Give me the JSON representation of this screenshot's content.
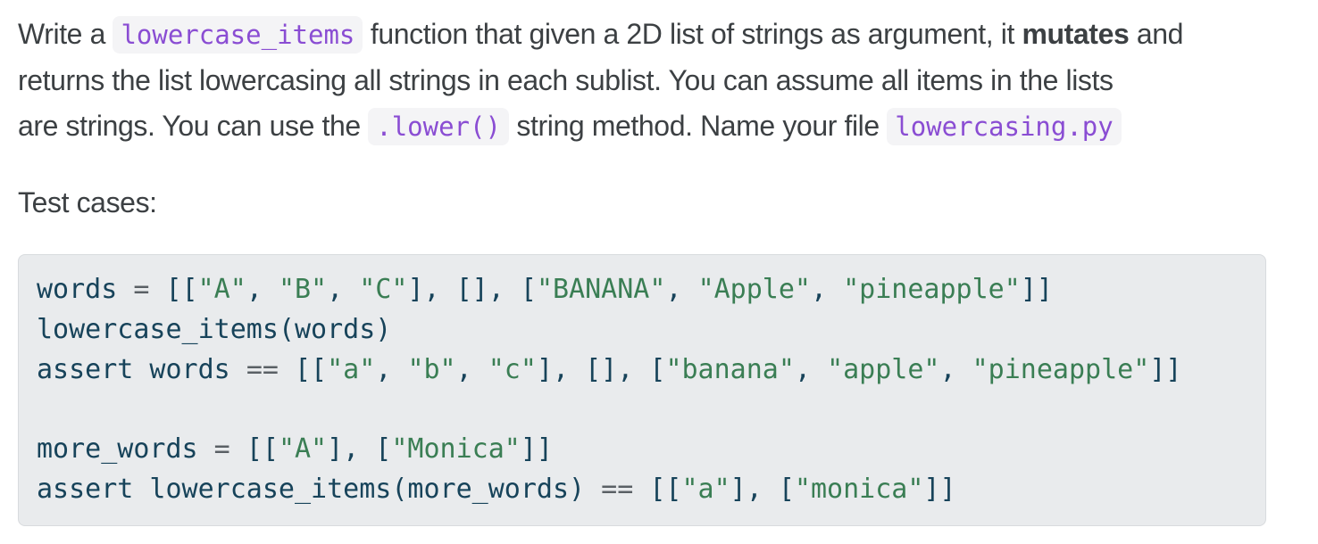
{
  "colors": {
    "page_background": "#ffffff",
    "body_text": "#3c4043",
    "inline_code_text": "#8a4dd3",
    "inline_code_background": "#f4f4f6",
    "code_block_background": "#e9ebed",
    "code_block_border": "#d8dbde",
    "code_plain": "#17435a",
    "code_operator": "#5a6065",
    "code_string": "#3a7e54"
  },
  "intro": {
    "lines": [
      [
        {
          "t": "text",
          "s": "Write a "
        },
        {
          "t": "code",
          "s": "lowercase_items"
        },
        {
          "t": "text",
          "s": " function that given a 2D list of strings as argument, it "
        },
        {
          "t": "bold",
          "s": "mutates"
        },
        {
          "t": "text",
          "s": " and"
        }
      ],
      [
        {
          "t": "text",
          "s": "returns the list lowercasing all strings in each sublist. You can assume all items in the lists"
        }
      ],
      [
        {
          "t": "text",
          "s": "are strings. You can use the "
        },
        {
          "t": "code",
          "s": ".lower()"
        },
        {
          "t": "text",
          "s": " string method. Name your file "
        },
        {
          "t": "code",
          "s": "lowercasing.py"
        }
      ]
    ]
  },
  "test_cases_label": "Test cases:",
  "code_block": {
    "lines": [
      [
        {
          "c": "v",
          "s": "words"
        },
        {
          "c": "o",
          "s": " = "
        },
        {
          "c": "v",
          "s": "[["
        },
        {
          "c": "s",
          "s": "\"A\""
        },
        {
          "c": "v",
          "s": ", "
        },
        {
          "c": "s",
          "s": "\"B\""
        },
        {
          "c": "v",
          "s": ", "
        },
        {
          "c": "s",
          "s": "\"C\""
        },
        {
          "c": "v",
          "s": "], [], ["
        },
        {
          "c": "s",
          "s": "\"BANANA\""
        },
        {
          "c": "v",
          "s": ", "
        },
        {
          "c": "s",
          "s": "\"Apple\""
        },
        {
          "c": "v",
          "s": ", "
        },
        {
          "c": "s",
          "s": "\"pineapple\""
        },
        {
          "c": "v",
          "s": "]]"
        }
      ],
      [
        {
          "c": "v",
          "s": "lowercase_items(words)"
        }
      ],
      [
        {
          "c": "v",
          "s": "assert words "
        },
        {
          "c": "o",
          "s": "=="
        },
        {
          "c": "v",
          "s": " [["
        },
        {
          "c": "s",
          "s": "\"a\""
        },
        {
          "c": "v",
          "s": ", "
        },
        {
          "c": "s",
          "s": "\"b\""
        },
        {
          "c": "v",
          "s": ", "
        },
        {
          "c": "s",
          "s": "\"c\""
        },
        {
          "c": "v",
          "s": "], [], ["
        },
        {
          "c": "s",
          "s": "\"banana\""
        },
        {
          "c": "v",
          "s": ", "
        },
        {
          "c": "s",
          "s": "\"apple\""
        },
        {
          "c": "v",
          "s": ", "
        },
        {
          "c": "s",
          "s": "\"pineapple\""
        },
        {
          "c": "v",
          "s": "]]"
        }
      ],
      [],
      [
        {
          "c": "v",
          "s": "more_words"
        },
        {
          "c": "o",
          "s": " = "
        },
        {
          "c": "v",
          "s": "[["
        },
        {
          "c": "s",
          "s": "\"A\""
        },
        {
          "c": "v",
          "s": "], ["
        },
        {
          "c": "s",
          "s": "\"Monica\""
        },
        {
          "c": "v",
          "s": "]]"
        }
      ],
      [
        {
          "c": "v",
          "s": "assert lowercase_items(more_words) "
        },
        {
          "c": "o",
          "s": "=="
        },
        {
          "c": "v",
          "s": " [["
        },
        {
          "c": "s",
          "s": "\"a\""
        },
        {
          "c": "v",
          "s": "], ["
        },
        {
          "c": "s",
          "s": "\"monica\""
        },
        {
          "c": "v",
          "s": "]]"
        }
      ]
    ]
  }
}
